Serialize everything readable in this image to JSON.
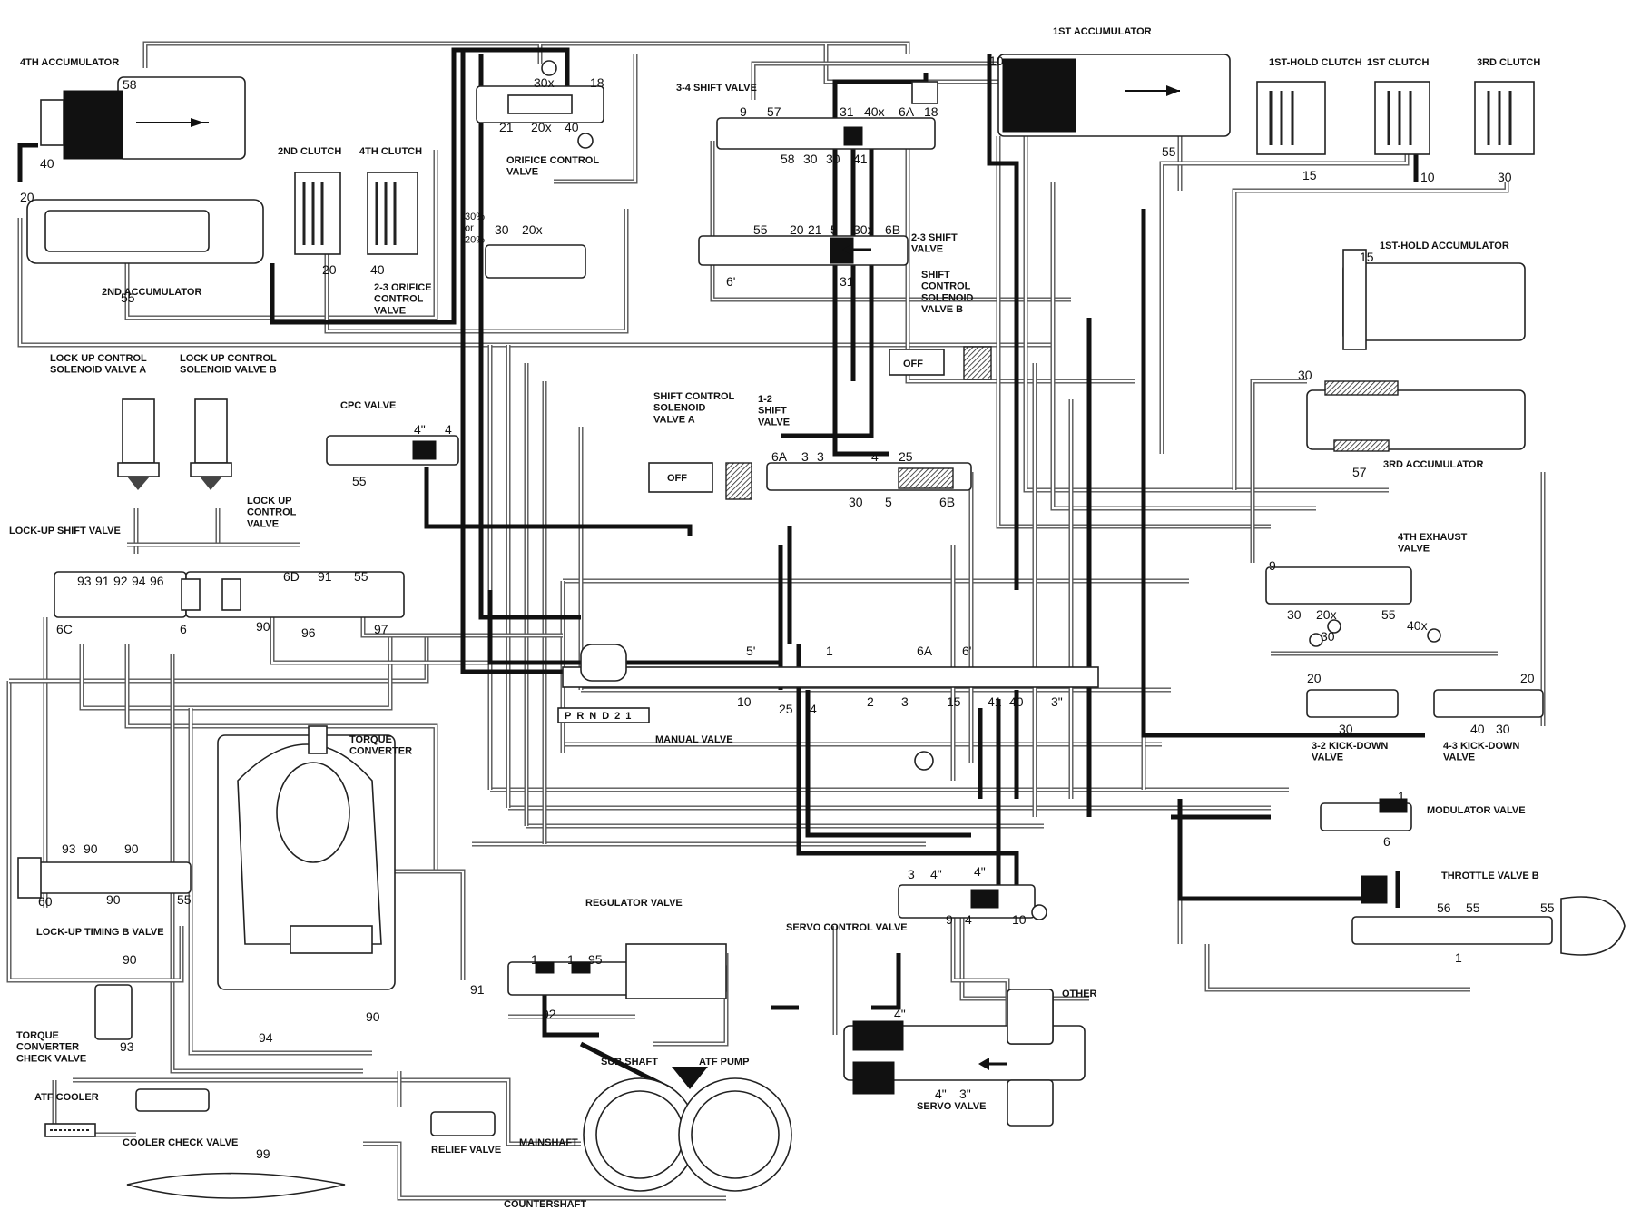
{
  "components": {
    "accumulator_4th": "4TH ACCUMULATOR",
    "accumulator_2nd": "2ND ACCUMULATOR",
    "clutch_2nd": "2ND CLUTCH",
    "clutch_4th": "4TH CLUTCH",
    "orifice_control_valve": "ORIFICE CONTROL\nVALVE",
    "orifice_23_control_valve": "2-3 ORIFICE\nCONTROL\nVALVE",
    "shift_valve_34": "3-4 SHIFT VALVE",
    "shift_valve_23": "2-3 SHIFT\nVALVE",
    "shift_control_solenoid_b": "SHIFT\nCONTROL\nSOLENOID\nVALVE B",
    "shift_control_solenoid_a": "SHIFT CONTROL\nSOLENOID\nVALVE A",
    "shift_valve_12": "1-2\nSHIFT\nVALVE",
    "accumulator_1st": "1ST ACCUMULATOR",
    "clutch_1st_hold": "1ST-HOLD CLUTCH",
    "clutch_1st": "1ST CLUTCH",
    "clutch_3rd": "3RD CLUTCH",
    "accumulator_1st_hold": "1ST-HOLD ACCUMULATOR",
    "accumulator_3rd": "3RD ACCUMULATOR",
    "lockup_solenoid_a": "LOCK UP CONTROL\nSOLENOID VALVE A",
    "lockup_solenoid_b": "LOCK UP CONTROL\nSOLENOID VALVE B",
    "cpc_valve": "CPC VALVE",
    "lockup_control_valve": "LOCK UP\nCONTROL\nVALVE",
    "lockup_shift_valve": "LOCK-UP SHIFT VALVE",
    "exhaust_4th_valve": "4TH EXHAUST\nVALVE",
    "kickdown_32_valve": "3-2 KICK-DOWN\nVALVE",
    "kickdown_43_valve": "4-3 KICK-DOWN\nVALVE",
    "manual_valve": "MANUAL VALVE",
    "modulator_valve": "MODULATOR VALVE",
    "throttle_valve_b": "THROTTLE VALVE B",
    "torque_converter": "TORQUE\nCONVERTER",
    "lockup_timing_b_valve": "LOCK-UP TIMING B VALVE",
    "regulator_valve": "REGULATOR VALVE",
    "servo_control_valve": "SERVO CONTROL VALVE",
    "servo_valve": "SERVO VALVE",
    "other": "OTHER",
    "torque_converter_check_valve": "TORQUE\nCONVERTER\nCHECK VALVE",
    "atf_cooler": "ATF COOLER",
    "cooler_check_valve": "COOLER CHECK VALVE",
    "relief_valve": "RELIEF VALVE",
    "mainshaft": "MAINSHAFT",
    "sub_shaft": "SUB SHAFT",
    "atf_pump": "ATF PUMP",
    "countershaft": "COUNTERSHAFT"
  },
  "solenoid_states": {
    "solenoid_a": "OFF",
    "solenoid_b": "OFF"
  },
  "manual_valve_positions": "PRND21",
  "port_numbers": {
    "acc4_top": "58",
    "acc4_left": "40",
    "acc2_top": "20",
    "acc2_bottom": "55",
    "clutch2": "20",
    "clutch4": "40",
    "ocv_top": "30x",
    "ocv_18": "18",
    "ocv_20x": "20x",
    "ocv_40": "40",
    "ocv_21": "21",
    "sv34_9": "9",
    "sv34_57": "57",
    "sv34_31": "31",
    "sv34_40x": "40x",
    "sv34_6a": "6A",
    "sv34_18": "18",
    "sv34_58": "58",
    "sv34_30": "30",
    "sv34_30b": "30",
    "sv34_41": "41",
    "o23_30pct": "30%\nor\n20%",
    "o23_30": "30",
    "o23_20x": "20x",
    "sv23_55": "55",
    "sv23_20": "20",
    "sv23_21": "21",
    "sv23_5": "5",
    "sv23_30x": "30x",
    "sv23_6b": "6B",
    "sv23_6": "6'",
    "sv23_31": "31",
    "acc1_10": "10",
    "acc1_55": "55",
    "clutch1h_15": "15",
    "clutch1_10": "10",
    "clutch3_30": "30",
    "acc1h_15": "15",
    "acc3_30": "30",
    "acc3_57": "57",
    "cpc_4pp": "4\"",
    "cpc_4": "4",
    "cpc_55": "55",
    "sv12_6a": "6A",
    "sv12_3a": "3",
    "sv12_3b": "3",
    "sv12_4": "4",
    "sv12_25": "25",
    "sv12_30x": "30",
    "sv12_5": "5",
    "sv12_6b": "6B",
    "lu_93": "93",
    "lu_91": "91",
    "lu_92": "92",
    "lu_94": "94",
    "lu_96": "96",
    "lu_6c": "6C",
    "lu_6": "6",
    "lu_90": "90",
    "lu_96b": "96",
    "lu_6d": "6D",
    "lu_91b": "91",
    "lu_55": "55",
    "lu_97": "97",
    "mv_5": "5'",
    "mv_1": "1",
    "mv_6a": "6A",
    "mv_6": "6'",
    "mv_10": "10",
    "mv_25": "25",
    "mv_4": "4",
    "mv_2": "2",
    "mv_3": "3",
    "mv_15": "15",
    "mv_41": "41",
    "mv_40": "40",
    "mv_3pp": "3\"",
    "ex4_9": "9",
    "ex4_30": "30",
    "ex4_20x": "20x",
    "ex4_55": "55",
    "ex4_30b": "30",
    "ex4_40x": "40x",
    "kd32_20": "20",
    "kd32_30": "30",
    "kd43_20": "20",
    "kd43_40": "40",
    "kd43_30": "30",
    "mod_1": "1",
    "mod_6": "6",
    "tvb_56": "56",
    "tvb_55": "55",
    "tvb_55b": "55",
    "tvb_1": "1",
    "lt_93": "93",
    "lt_90": "90",
    "lt_90b": "90",
    "lt_60": "60",
    "lt_90c": "90",
    "lt_55": "55",
    "tcc_90": "90",
    "tcc_93": "93",
    "tc_91": "91",
    "tc_90": "90",
    "tc_94": "94",
    "rv_1a": "1",
    "rv_1b": "1",
    "rv_95": "95",
    "rv_92": "92",
    "scv_3": "3",
    "scv_4": "4\"",
    "scv_4b": "4\"",
    "scv_9": "9",
    "scv_4c": "4",
    "scv_10": "10",
    "sv_4": "4\"",
    "sv_4b": "4\"",
    "sv_3": "3\"",
    "cooler_99": "99"
  }
}
